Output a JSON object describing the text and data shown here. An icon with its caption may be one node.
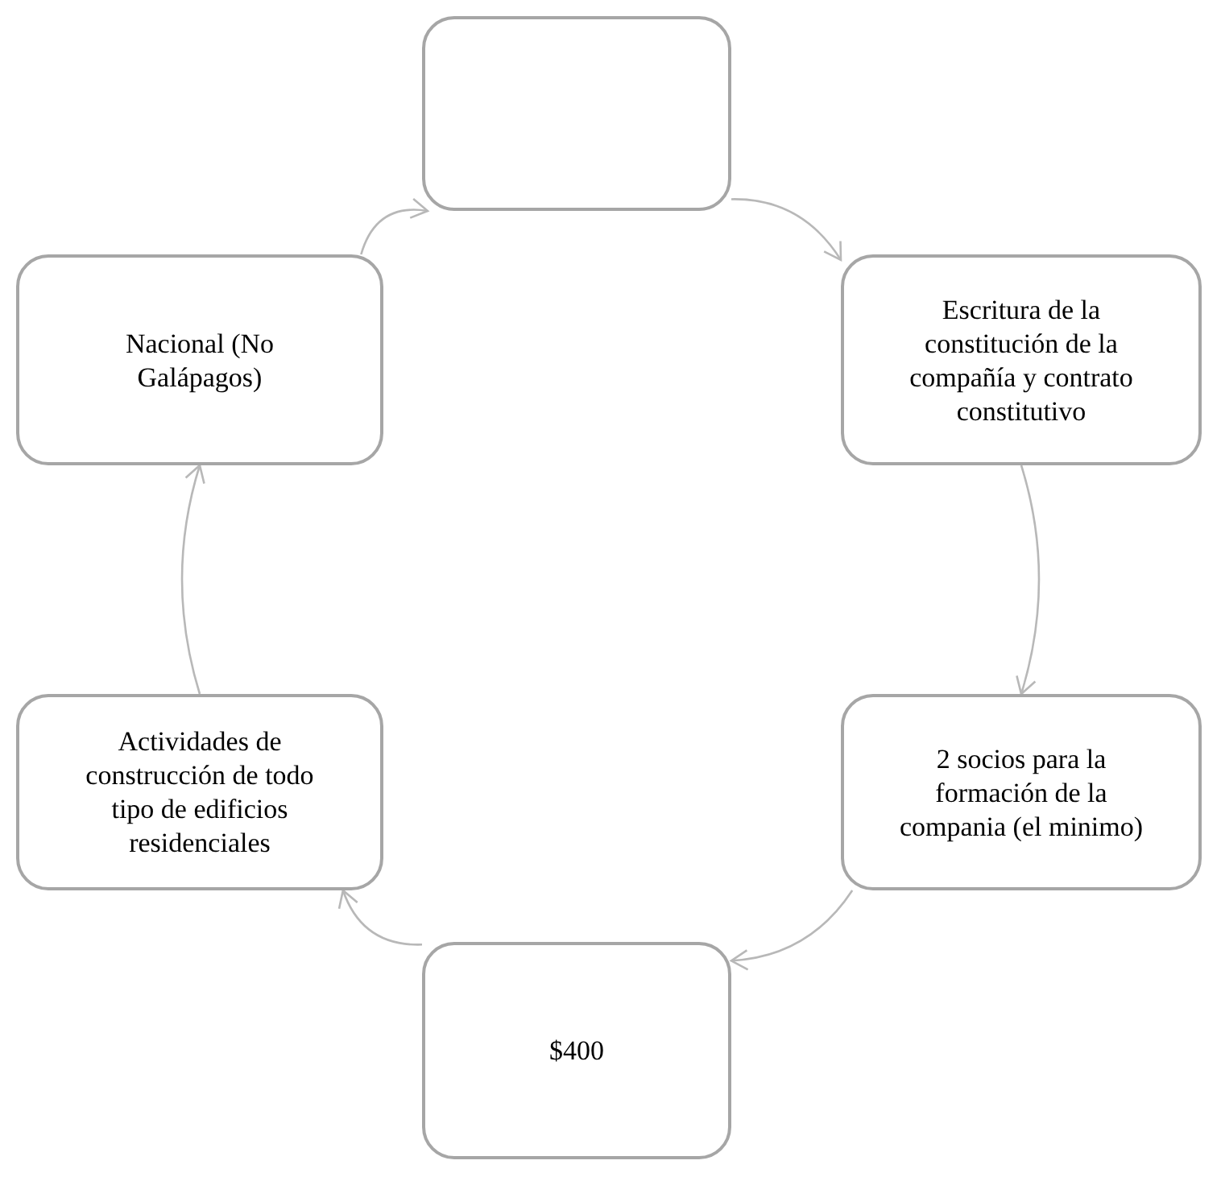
{
  "diagram": {
    "nodes": [
      {
        "text": [],
        "shape": "box"
      },
      {
        "text": [
          "Escritura de la constitución de la compañía y contrato constitutivo"
        ]
      },
      {
        "text": [
          "2 socios para la formación de la compania (el minimo)"
        ]
      },
      {
        "text": [
          "$400"
        ]
      },
      {
        "text": [
          "Actividades de construcción de todo tipo de edificios residenciales"
        ]
      },
      {
        "text": [
          "Nacional (No Galápagos)"
        ]
      }
    ],
    "edges": [
      {
        "from": 0,
        "to": 1,
        "arrow": "to"
      },
      {
        "from": 1,
        "to": 2,
        "arrow": "to"
      },
      {
        "from": 2,
        "to": 3,
        "arrow": "to"
      },
      {
        "from": 3,
        "to": 4,
        "arrow": "to"
      },
      {
        "from": 4,
        "to": 5,
        "arrow": "to"
      },
      {
        "from": 5,
        "to": 0,
        "arrow": "to"
      }
    ]
  }
}
